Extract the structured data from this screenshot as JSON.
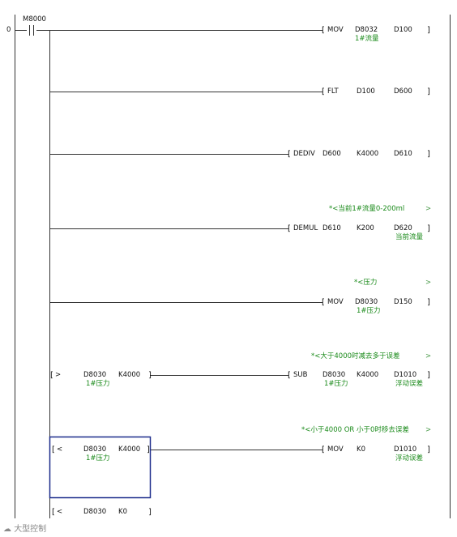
{
  "step_number": "0",
  "contact_main": "M8000",
  "rung1": {
    "op": "MOV",
    "src": "D8032",
    "src_comment": "1#流量",
    "dst": "D100"
  },
  "rung2": {
    "op": "FLT",
    "src": "D100",
    "dst": "D600"
  },
  "rung3": {
    "op": "DEDIV",
    "a": "D600",
    "b": "K4000",
    "dst": "D610"
  },
  "rung4": {
    "note": "*<当前1#流量0-200ml",
    "op": "DEMUL",
    "a": "D610",
    "b": "K200",
    "dst": "D620",
    "dst_comment": "当前流量"
  },
  "rung5": {
    "note": "*<压力",
    "op": "MOV",
    "src": "D8030",
    "src_comment": "1#压力",
    "dst": "D150"
  },
  "rung6": {
    "note": "*<大于4000时减去多于误差",
    "cmp_op": ">",
    "cmp_a": "D8030",
    "cmp_a_comment": "1#压力",
    "cmp_b": "K4000",
    "op": "SUB",
    "a": "D8030",
    "a_comment": "1#压力",
    "b": "K4000",
    "dst": "D1010",
    "dst_comment": "浮动误差"
  },
  "rung7": {
    "note": "*<小于4000 OR 小于0时移去误差",
    "cmp_op": "<",
    "cmp_a": "D8030",
    "cmp_a_comment": "1#压力",
    "cmp_b": "K4000",
    "op": "MOV",
    "src": "K0",
    "dst": "D1010",
    "dst_comment": "浮动误差"
  },
  "rung8": {
    "cmp_op": "<",
    "cmp_a": "D8030",
    "cmp_b": "K0"
  },
  "more_marker": ">",
  "watermark": "大型控制"
}
